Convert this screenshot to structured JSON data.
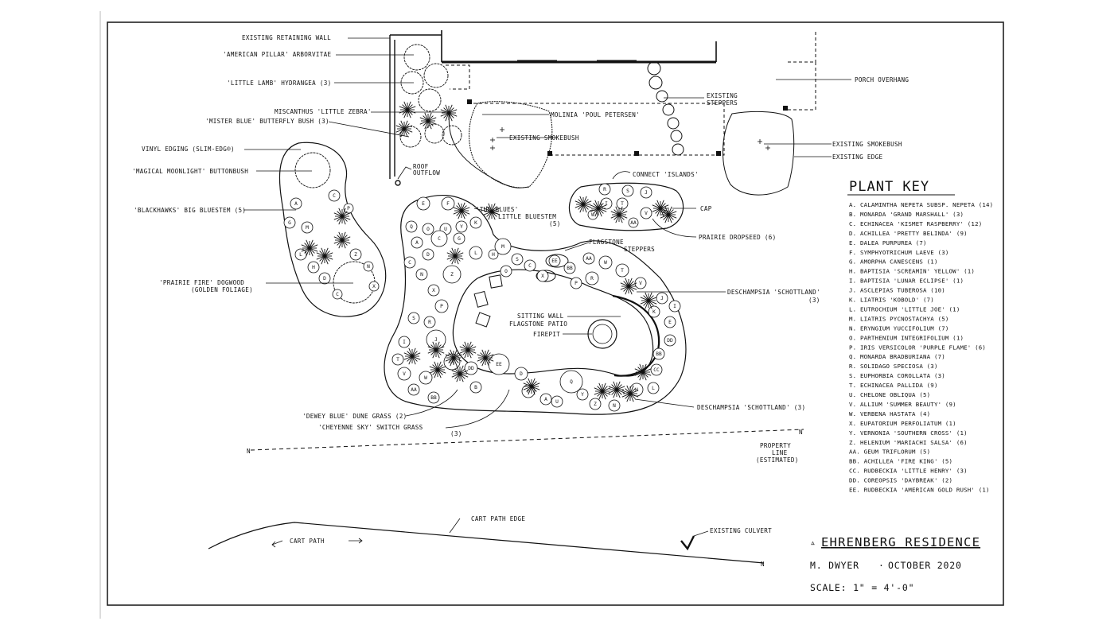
{
  "labels": {
    "existing_retaining_wall": "EXISTING RETAINING WALL",
    "american_pillar": "'AMERICAN PILLAR' ARBORVITAE",
    "little_lamb": "'LITTLE LAMB' HYDRANGEA (3)",
    "miscanthus": "MISCANTHUS 'LITTLE ZEBRA'",
    "mister_blue": "'MISTER BLUE' BUTTERFLY BUSH (3)",
    "vinyl_edging": "VINYL EDGING (SLIM-EDG®)",
    "magical_moonlight": "'MAGICAL MOONLIGHT' BUTTONBUSH",
    "blackhawks": "'BLACKHAWKS' BIG BLUESTEM (5)",
    "prairie_fire_1": "'PRAIRIE FIRE' DOGWOOD",
    "prairie_fire_2": "(GOLDEN FOLIAGE)",
    "roof_outflow_1": "ROOF",
    "roof_outflow_2": "OUTFLOW",
    "molinia": "MOLINIA 'POUL PETERSEN'",
    "existing_smokebush_1": "EXISTING SMOKEBUSH",
    "existing_steppers_1": "EXISTING",
    "existing_steppers_2": "STEPPERS",
    "porch_overhang": "PORCH OVERHANG",
    "existing_smokebush_2": "EXISTING SMOKEBUSH",
    "existing_edge": "EXISTING EDGE",
    "connect_islands": "CONNECT 'ISLANDS'",
    "cap": "CAP",
    "prairie_dropseed": "PRAIRIE DROPSEED (6)",
    "the_blues_1": "'THE BLUES'",
    "the_blues_2": "LITTLE BLUESTEM",
    "the_blues_3": "(5)",
    "flagstone_steppers_1": "FLAGSTONE",
    "flagstone_steppers_2": "STEPPERS",
    "deschampsia_1": "DESCHAMPSIA 'SCHOTTLAND'",
    "deschampsia_1_qty": "(3)",
    "sitting_wall": "SITTING WALL",
    "flagstone_patio": "FLAGSTONE PATIO",
    "firepit": "FIREPIT",
    "deschampsia_2": "DESCHAMPSIA 'SCHOTTLAND' (3)",
    "dewey_blue": "'DEWEY BLUE' DUNE GRASS (2)",
    "cheyenne_sky": "'CHEYENNE SKY' SWITCH GRASS",
    "cheyenne_sky_qty": "(3)",
    "property_line_1": "PROPERTY",
    "property_line_2": "LINE",
    "property_line_3": "(ESTIMATED)",
    "cart_path_edge": "CART PATH EDGE",
    "cart_path": "CART PATH",
    "existing_culvert": "EXISTING CULVERT",
    "north_arrow_1": "N",
    "north_arrow_2": "N",
    "north_arrow_3": "N"
  },
  "plant_key": {
    "heading": "PLANT KEY",
    "items": [
      "A. CALAMINTHA NEPETA SUBSP. NEPETA (14)",
      "B. MONARDA 'GRAND MARSHALL' (3)",
      "C. ECHINACEA 'KISMET RASPBERRY' (12)",
      "D. ACHILLEA 'PRETTY BELINDA' (9)",
      "E. DALEA PURPUREA (7)",
      "F. SYMPHYOTRICHUM LAEVE (3)",
      "G. AMORPHA CANESCENS (1)",
      "H. BAPTISIA 'SCREAMIN' YELLOW' (1)",
      "I. BAPTISIA 'LUNAR ECLIPSE' (1)",
      "J. ASCLEPIAS TUBEROSA (10)",
      "K. LIATRIS 'KOBOLD' (7)",
      "L. EUTROCHIUM 'LITTLE JOE' (1)",
      "M. LIATRIS PYCNOSTACHYA (5)",
      "N. ERYNGIUM YUCCIFOLIUM (7)",
      "O. PARTHENIUM INTEGRIFOLIUM (1)",
      "P. IRIS VERSICOLOR 'PURPLE FLAME' (6)",
      "Q. MONARDA BRADBURIANA (7)",
      "R. SOLIDAGO SPECIOSA (3)",
      "S. EUPHORBIA COROLLATA (3)",
      "T. ECHINACEA PALLIDA (9)",
      "U. CHELONE OBLIQUA (5)",
      "V. ALLIUM 'SUMMER BEAUTY' (9)",
      "W. VERBENA HASTATA (4)",
      "X. EUPATORIUM PERFOLIATUM (1)",
      "Y. VERNONIA 'SOUTHERN CROSS' (1)",
      "Z. HELENIUM 'MARIACHI SALSA' (6)",
      "AA. GEUM TRIFLORUM (5)",
      "BB. ACHILLEA 'FIRE KING' (5)",
      "CC. RUDBECKIA 'LITTLE HENRY' (3)",
      "DD. COREOPSIS 'DAYBREAK' (2)",
      "EE. RUDBECKIA 'AMERICAN GOLD RUSH' (1)"
    ]
  },
  "title_block": {
    "title": "EHRENBERG RESIDENCE",
    "author": "M. DWYER",
    "date": "OCTOBER 2020",
    "scale": "SCALE: 1\" = 4'-0\""
  },
  "plant_letters": [
    "E",
    "F",
    "K",
    "Q",
    "O",
    "U",
    "Y",
    "A",
    "C",
    "G",
    "M",
    "L",
    "H",
    "D",
    "C",
    "Z",
    "N",
    "X",
    "P",
    "R",
    "S",
    "J",
    "I",
    "T",
    "V",
    "W",
    "AA",
    "BB",
    "CC",
    "DD",
    "EE",
    "B",
    "D",
    "F",
    "A",
    "Q",
    "U",
    "Y",
    "Z",
    "N",
    "H",
    "L",
    "CC",
    "BB",
    "DD",
    "E",
    "I",
    "J",
    "K",
    "V",
    "T",
    "W",
    "AA",
    "BB",
    "EE",
    "X",
    "C",
    "S",
    "O",
    "P",
    "R"
  ],
  "colors": {
    "ink": "#111111",
    "paper": "#ffffff",
    "frame": "#222222"
  }
}
